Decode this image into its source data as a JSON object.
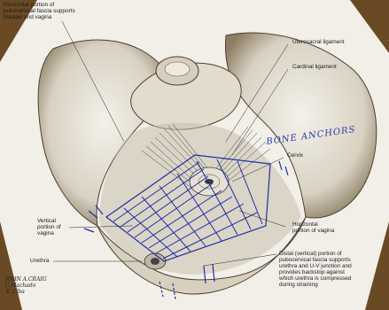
{
  "labels": {
    "horizontal_pubocervical": "Horizontal portion of\npubocervical fascia supports\nbladder and vagina",
    "uterosacral": "Uterosacral ligament",
    "cardinal": "Cardinal ligament",
    "cervix": "Cervix",
    "vertical_vagina": "Vertical\nportion of\nvagina",
    "horizontal_vagina": "Horizontal\nportion of vagina",
    "urethra": "Urethra",
    "distal_pubocervical": "Distal (vertical) portion of\npubocervical fascia supports\nurethra and U-V junction and\nprovides backstop against\nwhich urethra is compressed\nduring straining",
    "bone_anchors": "BONE ANCHORS"
  },
  "signature": {
    "artist": "JOHN A.CRAIG",
    "signature": "C.Machado",
    "copyright": "© Ciba"
  },
  "colors": {
    "mesh": "#1f2fa0",
    "bone_shade": "#6b5a43",
    "frame": "#5a4020"
  }
}
